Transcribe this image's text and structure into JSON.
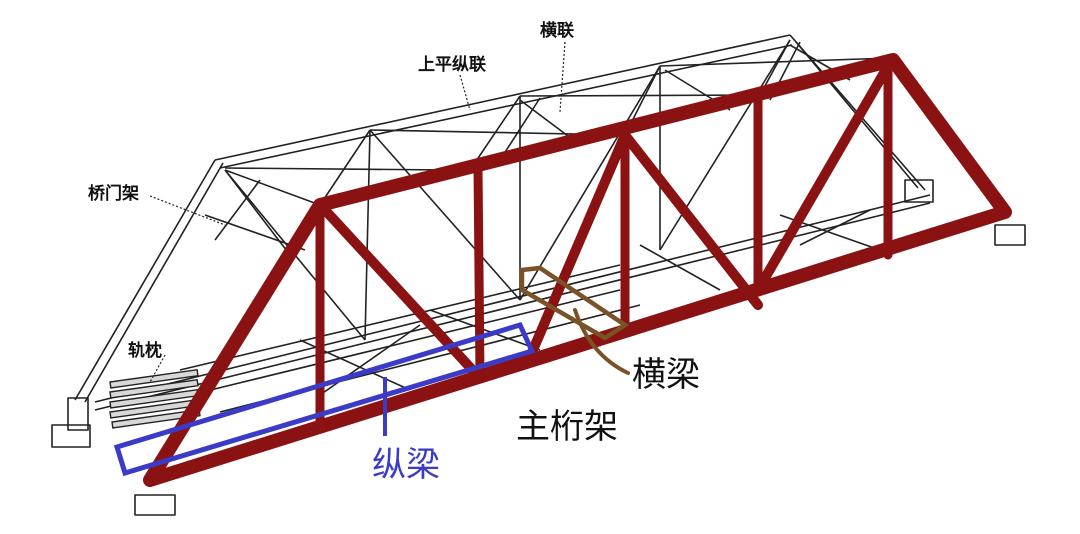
{
  "labels": {
    "top_lateral_bracing": "上平纵联",
    "sway_bracing": "横联",
    "portal_frame": "桥门架",
    "rail_sleeper": "轨枕",
    "floor_beam": "横梁",
    "main_truss": "主桁架",
    "stringer": "纵梁"
  },
  "colors": {
    "main_truss": "#8b1212",
    "stringer": "#3b3bc8",
    "floor_beam": "#7a5228",
    "line_art": "#222222"
  }
}
